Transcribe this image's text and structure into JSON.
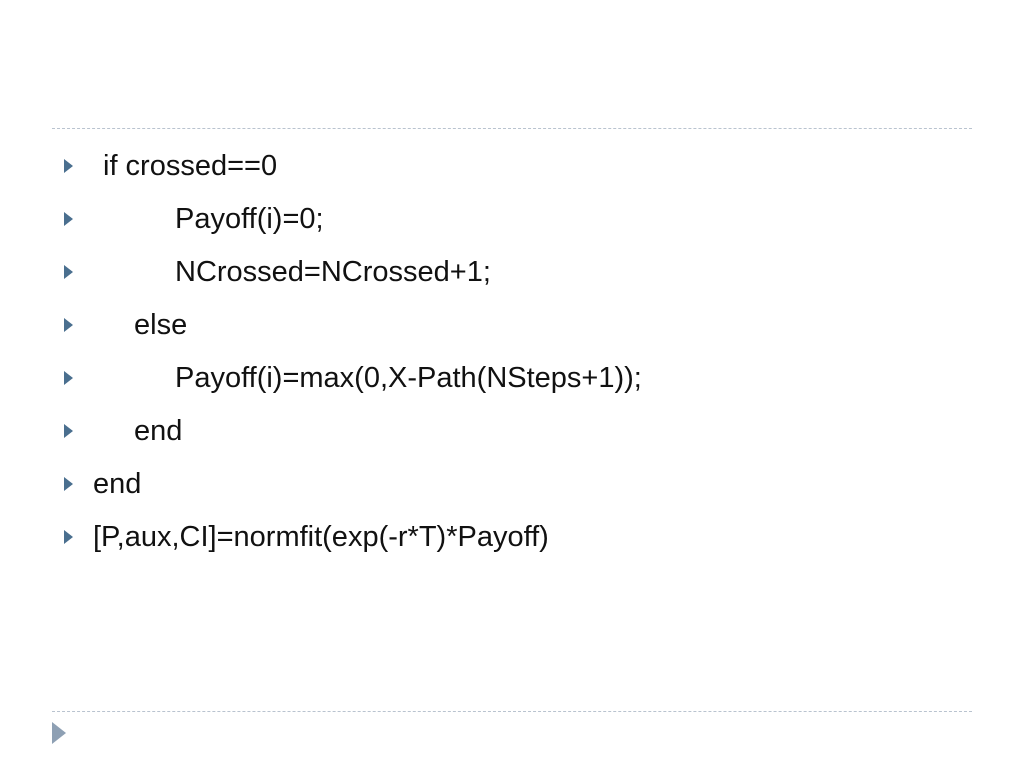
{
  "slide": {
    "lines": [
      {
        "text": "if crossed==0"
      },
      {
        "text": "Payoff(i)=0;"
      },
      {
        "text": "NCrossed=NCrossed+1;"
      },
      {
        "text": "else"
      },
      {
        "text": "Payoff(i)=max(0,X-Path(NSteps+1));"
      },
      {
        "text": "end"
      },
      {
        "text": "end"
      },
      {
        "text": "[P,aux,CI]=normfit(exp(-r*T)*Payoff)"
      }
    ]
  },
  "icons": {
    "bullet": "triangle-right-icon",
    "nav": "play-arrow-icon"
  },
  "colors": {
    "bullet": "#4a6f8f",
    "rule": "#b9c3cf",
    "nav": "#8ea0b4",
    "text": "#111111"
  }
}
